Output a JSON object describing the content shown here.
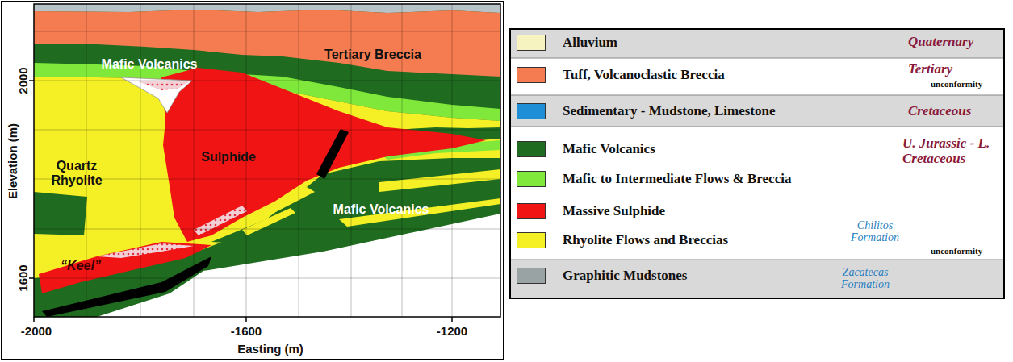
{
  "diagram": {
    "labels": [
      "Mafic Volcanics",
      "Tertiary Breccia",
      "Quartz Rhyolite",
      "Sulphide",
      "Mafic Volcanics",
      "“Keel”",
      "Elevation (m)",
      "2000",
      "1600",
      "-2000",
      "-1600",
      "-1200",
      "Easting (m)",
      "Quaternary",
      "Tertiary",
      "unconformity",
      "Cretaceous",
      "U. Jurassic - L. Cretaceous",
      "Chilitos Formation",
      "unconformity",
      "Zacatecas Formation"
    ],
    "legend": [
      {
        "text": "Alluvium",
        "color": "#f7f3c0"
      },
      {
        "text": "Tuff, Volcanoclastic Breccia",
        "color": "#f47c50"
      },
      {
        "text": "Sedimentary - Mudstone, Limestone",
        "color": "#1e8fd6"
      },
      {
        "text": "Mafic Volcanics",
        "color": "#1f6b1f"
      },
      {
        "text": "Mafic to Intermediate Flows & Breccia",
        "color": "#7fe83a"
      },
      {
        "text": "Massive Sulphide",
        "color": "#f01414"
      },
      {
        "text": "Rhyolite Flows and Breccias",
        "color": "#f5f025"
      },
      {
        "text": "Graphitic Mudstones",
        "color": "#9aa3a3"
      }
    ]
  }
}
